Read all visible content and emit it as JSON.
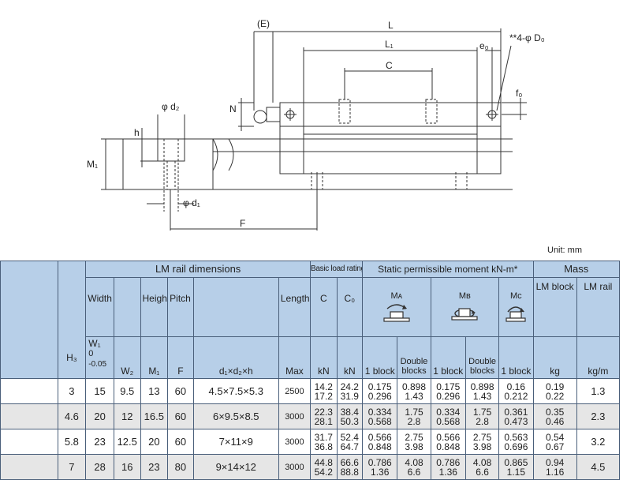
{
  "drawing_labels": {
    "e": "(E)",
    "l": "L",
    "l1": "L₁",
    "c": "C",
    "e0": "e₀",
    "d0": "**4-φ D₀",
    "f0": "f₀",
    "n": "N",
    "d2": "φ d₂",
    "h": "h",
    "m1": "M₁",
    "d1": "φ d₁",
    "f": "F"
  },
  "unit_note": "Unit: mm",
  "headers": {
    "lm_rail": "LM rail dimensions",
    "basic_load": "Basic load rating",
    "static_moment": "Static permissible moment kN-m*",
    "mass": "Mass",
    "width": "Width",
    "height": "Height",
    "pitch": "Pitch",
    "length": "Length*",
    "c": "C",
    "c0": "C₀",
    "ma": "Mᴀ",
    "mb": "Mʙ",
    "mc": "Mᴄ",
    "lm_block": "LM block",
    "lm_rail_mass": "LM rail",
    "h3": "H₃",
    "w1": "W₁",
    "w1_tol_top": "0",
    "w1_tol_bottom": "-0.05",
    "w2": "W₂",
    "m1": "M₁",
    "f": "F",
    "d1d2h": "d₁×d₂×h",
    "max": "Max",
    "kn1": "kN",
    "kn2": "kN",
    "one_block": "1 block",
    "double_blocks": "Double blocks",
    "kg": "kg",
    "kgm": "kg/m"
  },
  "rows": [
    {
      "h3": "3",
      "w1": "15",
      "w2": "9.5",
      "m1": "13",
      "f": "60",
      "d": "4.5×7.5×5.3",
      "max": "2500",
      "c_a": "14.2",
      "c_b": "17.2",
      "c0_a": "24.2",
      "c0_b": "31.9",
      "ma1_a": "0.175",
      "ma1_b": "0.296",
      "ma2_a": "0.898",
      "ma2_b": "1.43",
      "mb1_a": "0.175",
      "mb1_b": "0.296",
      "mb2_a": "0.898",
      "mb2_b": "1.43",
      "mc_a": "0.16",
      "mc_b": "0.212",
      "blk_a": "0.19",
      "blk_b": "0.22",
      "rail": "1.3"
    },
    {
      "h3": "4.6",
      "w1": "20",
      "w2": "12",
      "m1": "16.5",
      "f": "60",
      "d": "6×9.5×8.5",
      "max": "3000",
      "c_a": "22.3",
      "c_b": "28.1",
      "c0_a": "38.4",
      "c0_b": "50.3",
      "ma1_a": "0.334",
      "ma1_b": "0.568",
      "ma2_a": "1.75",
      "ma2_b": "2.8",
      "mb1_a": "0.334",
      "mb1_b": "0.568",
      "mb2_a": "1.75",
      "mb2_b": "2.8",
      "mc_a": "0.361",
      "mc_b": "0.473",
      "blk_a": "0.35",
      "blk_b": "0.46",
      "rail": "2.3"
    },
    {
      "h3": "5.8",
      "w1": "23",
      "w2": "12.5",
      "m1": "20",
      "f": "60",
      "d": "7×11×9",
      "max": "3000",
      "c_a": "31.7",
      "c_b": "36.8",
      "c0_a": "52.4",
      "c0_b": "64.7",
      "ma1_a": "0.566",
      "ma1_b": "0.848",
      "ma2_a": "2.75",
      "ma2_b": "3.98",
      "mb1_a": "0.566",
      "mb1_b": "0.848",
      "mb2_a": "2.75",
      "mb2_b": "3.98",
      "mc_a": "0.563",
      "mc_b": "0.696",
      "blk_a": "0.54",
      "blk_b": "0.67",
      "rail": "3.2"
    },
    {
      "h3": "7",
      "w1": "28",
      "w2": "16",
      "m1": "23",
      "f": "80",
      "d": "9×14×12",
      "max": "3000",
      "c_a": "44.8",
      "c_b": "54.2",
      "c0_a": "66.6",
      "c0_b": "88.8",
      "ma1_a": "0.786",
      "ma1_b": "1.36",
      "ma2_a": "4.08",
      "ma2_b": "6.6",
      "mb1_a": "0.786",
      "mb1_b": "1.36",
      "mb2_a": "4.08",
      "mb2_b": "6.6",
      "mc_a": "0.865",
      "mc_b": "1.15",
      "blk_a": "0.94",
      "blk_b": "1.16",
      "rail": "4.5"
    }
  ],
  "colors": {
    "header_bg": "#b7cfe8",
    "row_grey": "#e6e6e6",
    "border": "#4a5f7a"
  }
}
